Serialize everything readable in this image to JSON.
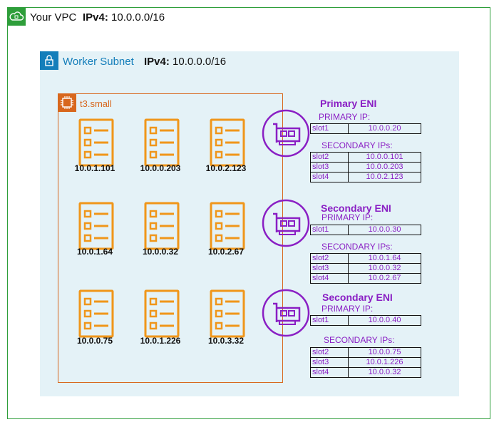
{
  "vpc": {
    "label": "Your VPC",
    "ipv4_key": "IPv4:",
    "ipv4_value": "10.0.0.0/16"
  },
  "subnet": {
    "label": "Worker Subnet",
    "ipv4_key": "IPv4:",
    "ipv4_value": "10.0.0.0/16"
  },
  "instance": {
    "label": "t3.small",
    "pods": [
      "10.0.1.101",
      "10.0.0.203",
      "10.0.2.123",
      "10.0.1.64",
      "10.0.0.32",
      "10.0.2.67",
      "10.0.0.75",
      "10.0.1.226",
      "10.0.3.32"
    ]
  },
  "enis": [
    {
      "title": "Primary ENI",
      "primary_label": "PRIMARY IP:",
      "primary": [
        {
          "slot": "slot1",
          "ip": "10.0.0.20"
        }
      ],
      "secondary_label": "SECONDARY IPs:",
      "secondary": [
        {
          "slot": "slot2",
          "ip": "10.0.0.101"
        },
        {
          "slot": "slot3",
          "ip": "10.0.0.203"
        },
        {
          "slot": "slot4",
          "ip": "10.0.2.123"
        }
      ]
    },
    {
      "title": "Secondary ENI",
      "primary_label": "PRIMARY IP:",
      "primary": [
        {
          "slot": "slot1",
          "ip": "10.0.0.30"
        }
      ],
      "secondary_label": "SECONDARY IPs:",
      "secondary": [
        {
          "slot": "slot2",
          "ip": "10.0.1.64"
        },
        {
          "slot": "slot3",
          "ip": "10.0.0.32"
        },
        {
          "slot": "slot4",
          "ip": "10.0.2.67"
        }
      ]
    },
    {
      "title": "Secondary ENI",
      "primary_label": "PRIMARY IP:",
      "primary": [
        {
          "slot": "slot1",
          "ip": "10.0.0.40"
        }
      ],
      "secondary_label": "SECONDARY IPs:",
      "secondary": [
        {
          "slot": "slot2",
          "ip": "10.0.0.75"
        },
        {
          "slot": "slot3",
          "ip": "10.0.1.226"
        },
        {
          "slot": "slot4",
          "ip": "10.0.0.32"
        }
      ]
    }
  ],
  "colors": {
    "vpc": "#2e9e3a",
    "subnet": "#147eba",
    "instance": "#d8671d",
    "pod": "#f0961a",
    "eni": "#8a1fc4"
  }
}
